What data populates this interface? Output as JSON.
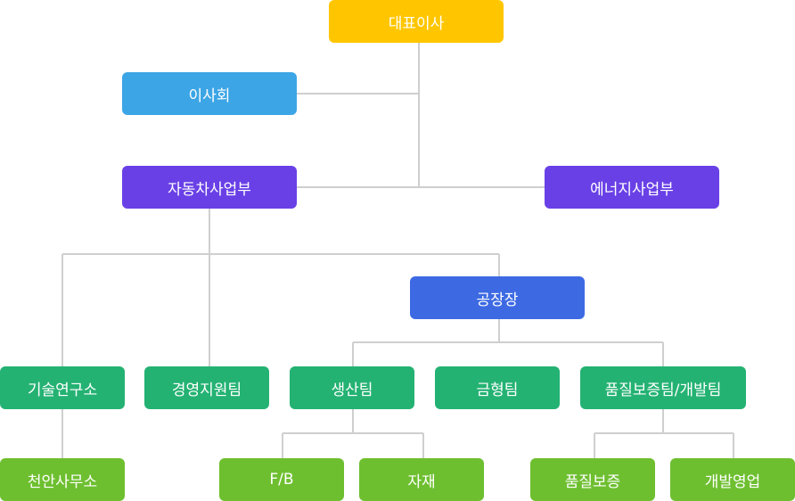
{
  "colors": {
    "ceo": "#ffc600",
    "board": "#3ca5e5",
    "division": "#6940e6",
    "factory": "#3d6ae3",
    "team": "#24b273",
    "unit": "#6ebf30",
    "connector": "#cfcfcf"
  },
  "nodes": {
    "ceo": "대표이사",
    "board": "이사회",
    "auto_division": "자동차사업부",
    "energy_division": "에너지사업부",
    "plant_manager": "공장장",
    "rnd_center": "기술연구소",
    "management_support": "경영지원팀",
    "production": "생산팀",
    "mold": "금형팀",
    "qa_development": "품질보증팀/개발팀",
    "cheonan_office": "천안사무소",
    "fb": "F/B",
    "materials": "자재",
    "quality_assurance": "품질보증",
    "development_sales": "개발영업"
  }
}
